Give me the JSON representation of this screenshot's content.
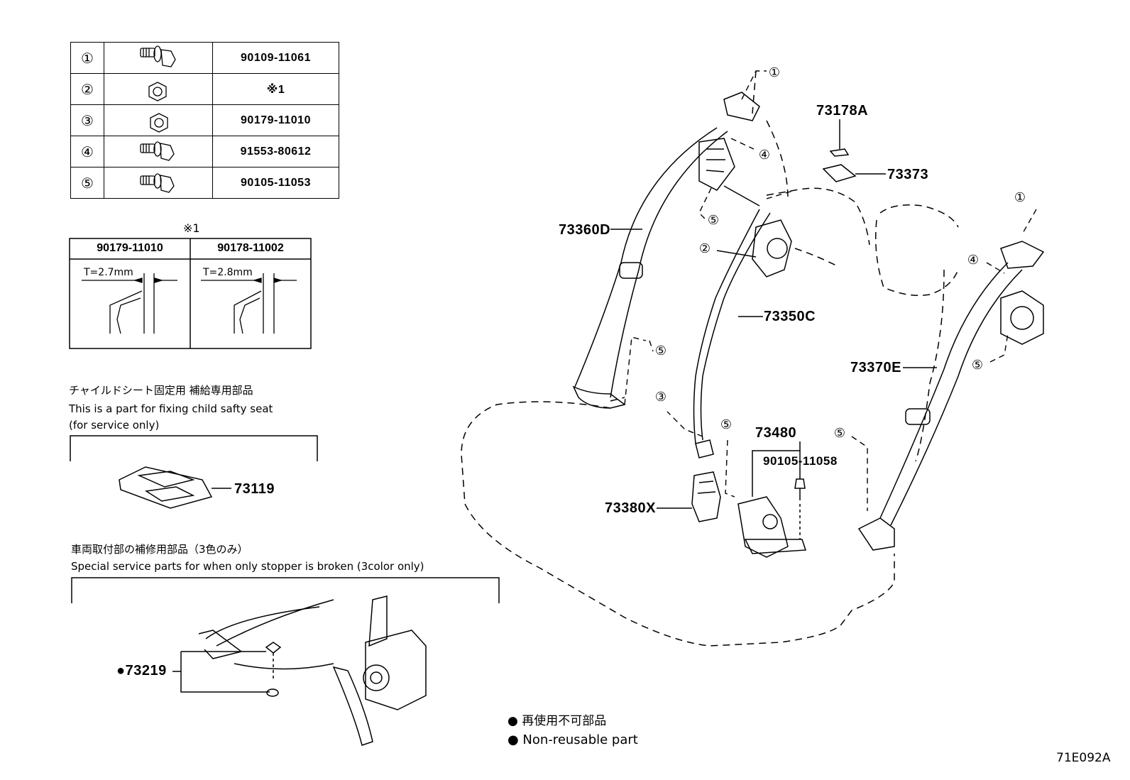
{
  "fastener_table": [
    {
      "index": "①",
      "part": "90109-11061",
      "icon": "bolt-flange-icon"
    },
    {
      "index": "②",
      "part": "※1",
      "icon": "nut-icon"
    },
    {
      "index": "③",
      "part": "90179-11010",
      "icon": "nut-icon"
    },
    {
      "index": "④",
      "part": "91553-80612",
      "icon": "bolt-icon"
    },
    {
      "index": "⑤",
      "part": "90105-11053",
      "icon": "bolt-icon"
    }
  ],
  "thickness_table": {
    "note_mark": "※1",
    "columns": [
      {
        "part": "90179-11010",
        "thickness": "T=2.7mm"
      },
      {
        "part": "90178-11002",
        "thickness": "T=2.8mm"
      }
    ]
  },
  "child_seat": {
    "title_ja": "チャイルドシート固定用 補給専用部品",
    "title_en": "This is a part for fixing child safty seat",
    "subtitle_en": "(for service only)",
    "part": "73119"
  },
  "stopper_service": {
    "title_ja": "車両取付部の補修用部品（3色のみ）",
    "title_en": "Special service parts for when only stopper is broken (3color only)",
    "part": "●73219"
  },
  "legend": {
    "ja": "● 再使用不可部品",
    "en": "● Non-reusable part"
  },
  "parts": {
    "p73178A": "73178A",
    "p73373": "73373",
    "p73360D": "73360D",
    "p73350C": "73350C",
    "p73370E": "73370E",
    "p73480": "73480",
    "p90105_11058": "90105-11058",
    "p73380X": "73380X"
  },
  "callouts": {
    "c1": "①",
    "c2": "②",
    "c3": "③",
    "c4": "④",
    "c5": "⑤"
  },
  "figure_id": "71E092A"
}
